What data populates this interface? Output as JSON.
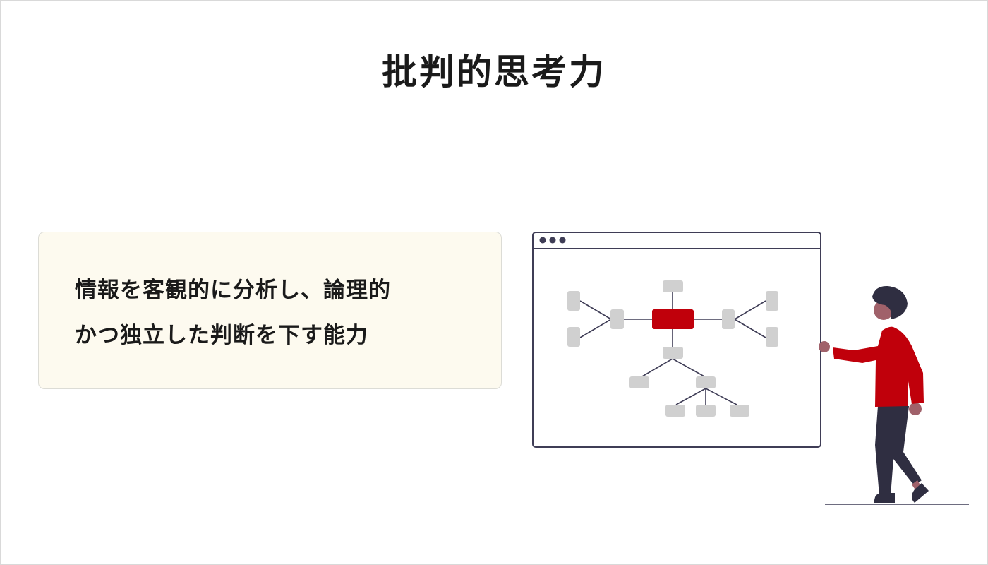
{
  "slide": {
    "title": "批判的思考力",
    "definition_card": {
      "lines": [
        "情報を客観的に分析し、論理的",
        "かつ独立した判断を下す能力"
      ],
      "background": "#fdfaef",
      "border": "#dcdcd6"
    },
    "illustration": {
      "description": "Person in red sweater pointing at a browser window showing a mind-map / tree diagram",
      "browser_window": {
        "window_dots": 3,
        "central_node_color": "#c0000b",
        "node_color": "#d0d0d0",
        "line_color": "#3f3d56"
      },
      "person": {
        "shirt_color": "#c0000b",
        "pants_color": "#2f2e41",
        "skin_color": "#a0616a",
        "hair_color": "#2f2e41"
      }
    }
  },
  "colors": {
    "accent": "#c0000b",
    "text": "#1a1a1a",
    "frame_border": "#d9d9d9"
  }
}
